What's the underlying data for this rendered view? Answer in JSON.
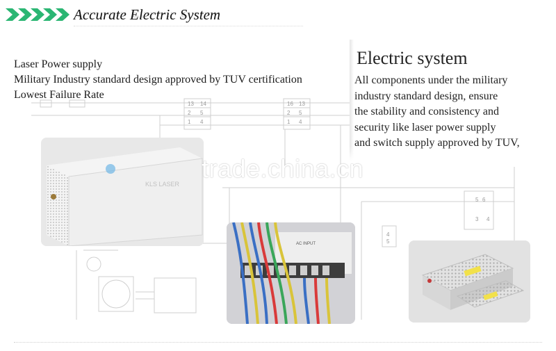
{
  "header": {
    "title": "Accurate Electric System",
    "chevron_color": "#2bb673"
  },
  "intro": {
    "lines": [
      "Laser Power supply",
      "Military Industry standard design approved by TUV certification",
      "Lowest Failure Rate"
    ]
  },
  "electric_system": {
    "title": "Electric system",
    "lines": [
      "All components under the military",
      "industry standard design, ensure",
      "the stability and consistency and",
      "security like laser power supply",
      "and switch supply approved by TUV,"
    ]
  },
  "watermark": "trade.china.cn",
  "colors": {
    "schematic_line": "#c9c9c9",
    "text": "#1a1a1a",
    "accent_green": "#2bb673"
  }
}
